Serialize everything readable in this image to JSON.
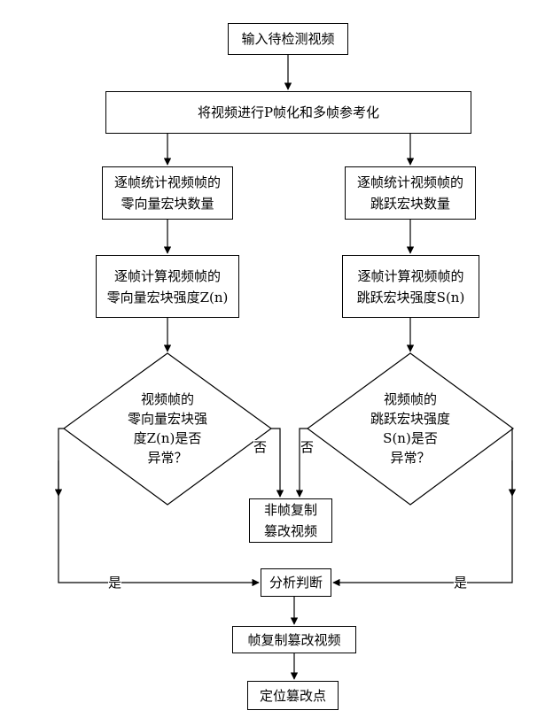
{
  "nodes": {
    "input": "输入待检测视频",
    "preprocess": "将视频进行P帧化和多帧参考化",
    "count_zero": [
      "逐帧统计视频帧的",
      "零向量宏块数量"
    ],
    "count_skip": [
      "逐帧统计视频帧的",
      "跳跃宏块数量"
    ],
    "calc_zero": [
      "逐帧计算视频帧的",
      "零向量宏块强度Z(n)"
    ],
    "calc_skip": [
      "逐帧计算视频帧的",
      "跳跃宏块强度S(n)"
    ],
    "decide_zero": [
      "视频帧的",
      "零向量宏块强",
      "度Z(n)是否",
      "异常？"
    ],
    "decide_skip": [
      "视频帧的",
      "跳跃宏块强度",
      "S(n)是否",
      "异常？"
    ],
    "non_forged": [
      "非帧复制",
      "篡改视频"
    ],
    "analyze": "分析判断",
    "forged": "帧复制篡改视频",
    "locate": "定位篡改点"
  },
  "edge_labels": {
    "no_left": "否",
    "no_right": "否",
    "yes_left": "是",
    "yes_right": "是"
  }
}
